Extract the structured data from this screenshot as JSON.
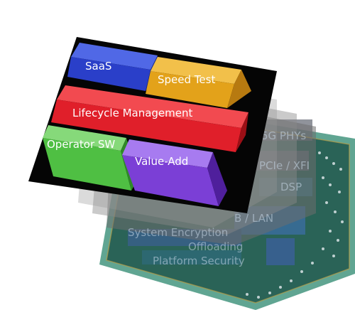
{
  "blocks": {
    "saas": "SaaS",
    "speed_test": "Speed Test",
    "lifecycle": "Lifecycle Management",
    "operator_sw": "Operator SW",
    "value_add": "Value-Add"
  },
  "chip_labels": {
    "phys": "5G PHYs",
    "xfi": "PCIe / XFI",
    "dsp": "DSP",
    "lan": "B / LAN",
    "system": "System Encryption",
    "offloading": "Offloading",
    "platform_security": "Platform Security"
  },
  "colors": {
    "saas": "#2a3fc9",
    "speed_test": "#e3a21a",
    "lifecycle": "#e01f2a",
    "operator_sw": "#4fbf43",
    "value_add": "#7b3fd6",
    "pcb": "#3f8f78"
  }
}
